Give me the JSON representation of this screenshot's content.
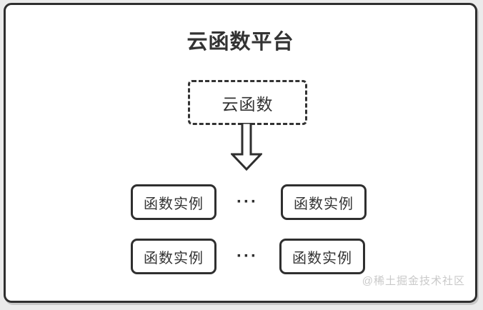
{
  "page": {
    "background_color": "#ebebeb",
    "card_background": "#ffffff",
    "border_color": "#2f2f2f",
    "text_color": "#333333",
    "watermark_color": "#c9c9c9"
  },
  "diagram": {
    "title": "云函数平台",
    "source_node": {
      "label": "云函数"
    },
    "arrow_icon": "down-arrow",
    "instance_rows": [
      {
        "left": "函数实例",
        "ellipsis": "···",
        "right": "函数实例"
      },
      {
        "left": "函数实例",
        "ellipsis": "···",
        "right": "函数实例"
      }
    ],
    "watermark": "@稀土掘金技术社区"
  }
}
